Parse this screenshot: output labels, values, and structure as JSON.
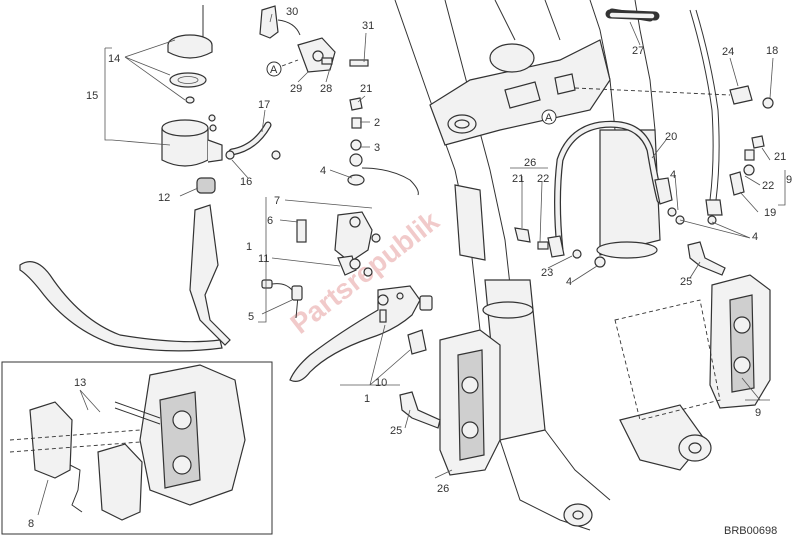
{
  "diagram": {
    "watermark": "Partsrepublik",
    "drawing_code": "BRB00698",
    "callouts": [
      "1",
      "2",
      "3",
      "4",
      "5",
      "6",
      "7",
      "8",
      "9",
      "10",
      "11",
      "12",
      "13",
      "14",
      "15",
      "16",
      "17",
      "18",
      "19",
      "20",
      "21",
      "22",
      "23",
      "24",
      "25",
      "26",
      "27",
      "28",
      "29",
      "30",
      "31"
    ],
    "reference_marks": [
      "A"
    ]
  }
}
